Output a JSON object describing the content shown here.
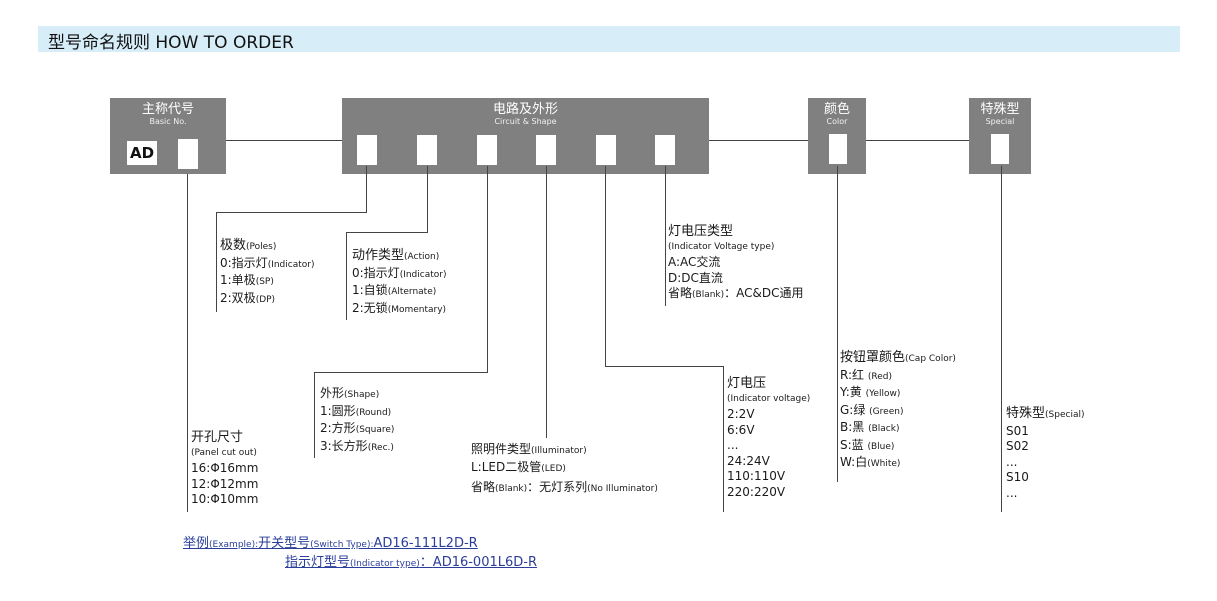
{
  "header": {
    "title": "型号命名规则 HOW TO ORDER"
  },
  "boxes": {
    "basic": {
      "cn": "主称代号",
      "en": "Basic No.",
      "code": "AD"
    },
    "circuit": {
      "cn": "电路及外形",
      "en": "Circuit & Shape"
    },
    "color": {
      "cn": "颜色",
      "en": "Color"
    },
    "special": {
      "cn": "特殊型",
      "en": "Special"
    }
  },
  "poles": {
    "title": "极数",
    "title_en": "(Poles)",
    "items": [
      {
        "code": "0:指示灯",
        "en": "(Indicator)"
      },
      {
        "code": "1:单极",
        "en": "(SP)"
      },
      {
        "code": "2:双极",
        "en": "(DP)"
      }
    ]
  },
  "action": {
    "title": "动作类型",
    "title_en": "(Action)",
    "items": [
      {
        "code": "0:指示灯",
        "en": "(Indicator)"
      },
      {
        "code": "1:自锁",
        "en": "(Alternate)"
      },
      {
        "code": "2:无锁",
        "en": "(Momentary)"
      }
    ]
  },
  "voltage_type": {
    "title": "灯电压类型",
    "subtitle": "(Indicator Voltage type)",
    "items": [
      "A:AC交流",
      "D:DC直流"
    ],
    "blank": {
      "a": "省略",
      "b": "(Blank)",
      "c": "：AC&DC通用"
    }
  },
  "shape": {
    "title": "外形",
    "title_en": "(Shape)",
    "items": [
      {
        "code": "1:圆形",
        "en": "(Round)"
      },
      {
        "code": "2:方形",
        "en": "(Square)"
      },
      {
        "code": "3:长方形",
        "en": "(Rec.)"
      }
    ]
  },
  "illuminator": {
    "title": "照明件类型",
    "title_en": "(Illuminator)",
    "item": {
      "code": "L:LED二极管",
      "en": "(LED)"
    },
    "blank": {
      "a": "省略",
      "b": "(Blank)",
      "c": "：无灯系列",
      "d": "(No Illuminator)"
    }
  },
  "panel": {
    "title": "开孔尺寸",
    "subtitle": "(Panel cut out)",
    "items": [
      "16:Φ16mm",
      "12:Φ12mm",
      "10:Φ10mm"
    ]
  },
  "voltage": {
    "title": "灯电压",
    "subtitle": "(Indicator voltage)",
    "items": [
      "2:2V",
      "6:6V",
      "...",
      "24:24V",
      "110:110V",
      "220:220V"
    ]
  },
  "cap_color": {
    "title": "按钮罩颜色",
    "title_en": "(Cap Color)",
    "items": [
      {
        "code": "R:红",
        "en": "(Red)"
      },
      {
        "code": "Y:黄",
        "en": "(Yellow)"
      },
      {
        "code": "G:绿",
        "en": "(Green)"
      },
      {
        "code": "B:黑",
        "en": "(Black)"
      },
      {
        "code": "S:蓝",
        "en": "(Blue)"
      },
      {
        "code": "W:白",
        "en": "(White)"
      }
    ]
  },
  "special": {
    "title": "特殊型",
    "title_en": "(Special)",
    "items": [
      "S01",
      "S02",
      "...",
      "S10",
      "..."
    ]
  },
  "example": {
    "label": "举例",
    "label_en": "(Example):",
    "switch_cn": "开关型号",
    "switch_en": "(Switch Type):",
    "switch_code": "AD16-111L2D-R",
    "ind_cn": "指示灯型号",
    "ind_en": "(Indicator type)",
    "ind_sep": "：",
    "ind_code": "AD16-001L6D-R"
  }
}
